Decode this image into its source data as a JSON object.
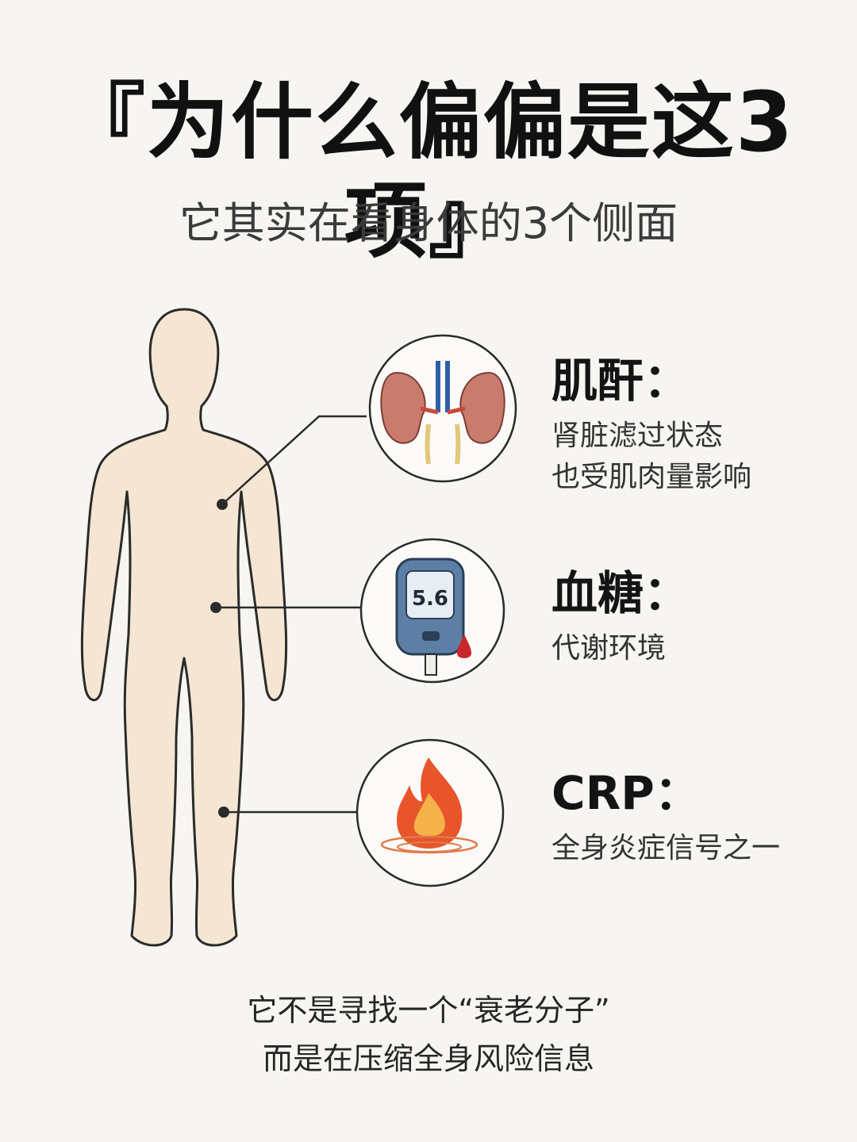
{
  "header": {
    "title": "『为什么偏偏是这3项』",
    "subtitle": "它其实在看身体的3个侧面"
  },
  "items": [
    {
      "title": "肌酐：",
      "desc_lines": [
        "肾脏滤过状态",
        "也受肌肉量影响"
      ],
      "icon": "kidney-icon"
    },
    {
      "title": "血糖：",
      "desc_lines": [
        "代谢环境"
      ],
      "icon": "glucose-meter-icon",
      "meter_value": "5.6"
    },
    {
      "title": "CRP：",
      "desc_lines": [
        "全身炎症信号之一"
      ],
      "icon": "flame-icon"
    }
  ],
  "footer": {
    "line1": "它不是寻找一个“衰老分子”",
    "line2": "而是在压缩全身风险信息"
  },
  "colors": {
    "skin": "#f4e6d2",
    "outline": "#2b2b2b",
    "kidney": "#c97c6e",
    "flame": "#e8552a",
    "meter_body": "#5d7fa6",
    "blood": "#c8282c"
  }
}
